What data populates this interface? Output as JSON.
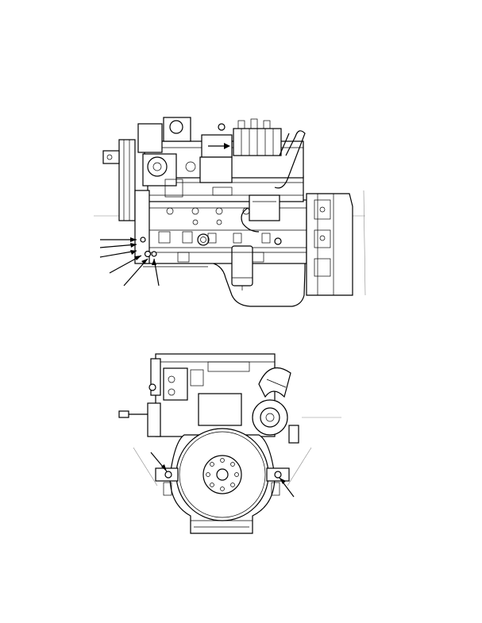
{
  "page": {
    "background": "#ffffff",
    "line_color": "#000000"
  },
  "figures": [
    {
      "id": "side-view",
      "callout_arrows": 6
    },
    {
      "id": "rear-view",
      "callout_arrows": 2
    }
  ]
}
